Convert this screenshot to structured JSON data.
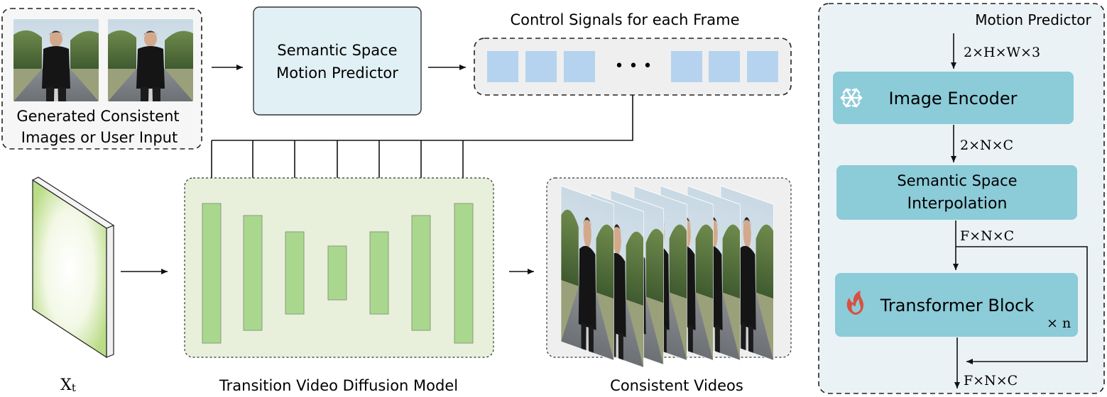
{
  "input_box": {
    "caption_line1": "Generated Consistent",
    "caption_line2": "Images or User Input"
  },
  "motion_predictor_box": {
    "line1": "Semantic Space",
    "line2": "Motion Predictor"
  },
  "control_signals": {
    "title": "Control Signals for each Frame",
    "ellipsis": "• • •"
  },
  "xt_label": "X",
  "xt_sub": "t",
  "diffusion_model_label": "Transition Video Diffusion Model",
  "consistent_videos_label": "Consistent Videos",
  "panel": {
    "title": "Motion Predictor",
    "dim_input": "2×H×W×3",
    "image_encoder": "Image Encoder",
    "dim_after_encoder": "2×N×C",
    "interp_line1": "Semantic Space",
    "interp_line2": "Interpolation",
    "dim_after_interp": "F×N×C",
    "transformer": "Transformer Block",
    "times_n": "× n",
    "dim_output": "F×N×C"
  },
  "colors": {
    "light_blue_box": "#e1f0f5",
    "signal_square": "#b5d3ee",
    "unet_bg": "#e8f0dc",
    "unet_bar": "#a9d78e",
    "panel_bg": "#eaf2f5",
    "panel_block": "#8ccbd8",
    "frozen_icon": "#ffffff",
    "fire_icon": "#d9503f"
  },
  "icons": {
    "encoder_icon": "snowflake-icon",
    "transformer_icon": "fire-icon"
  }
}
